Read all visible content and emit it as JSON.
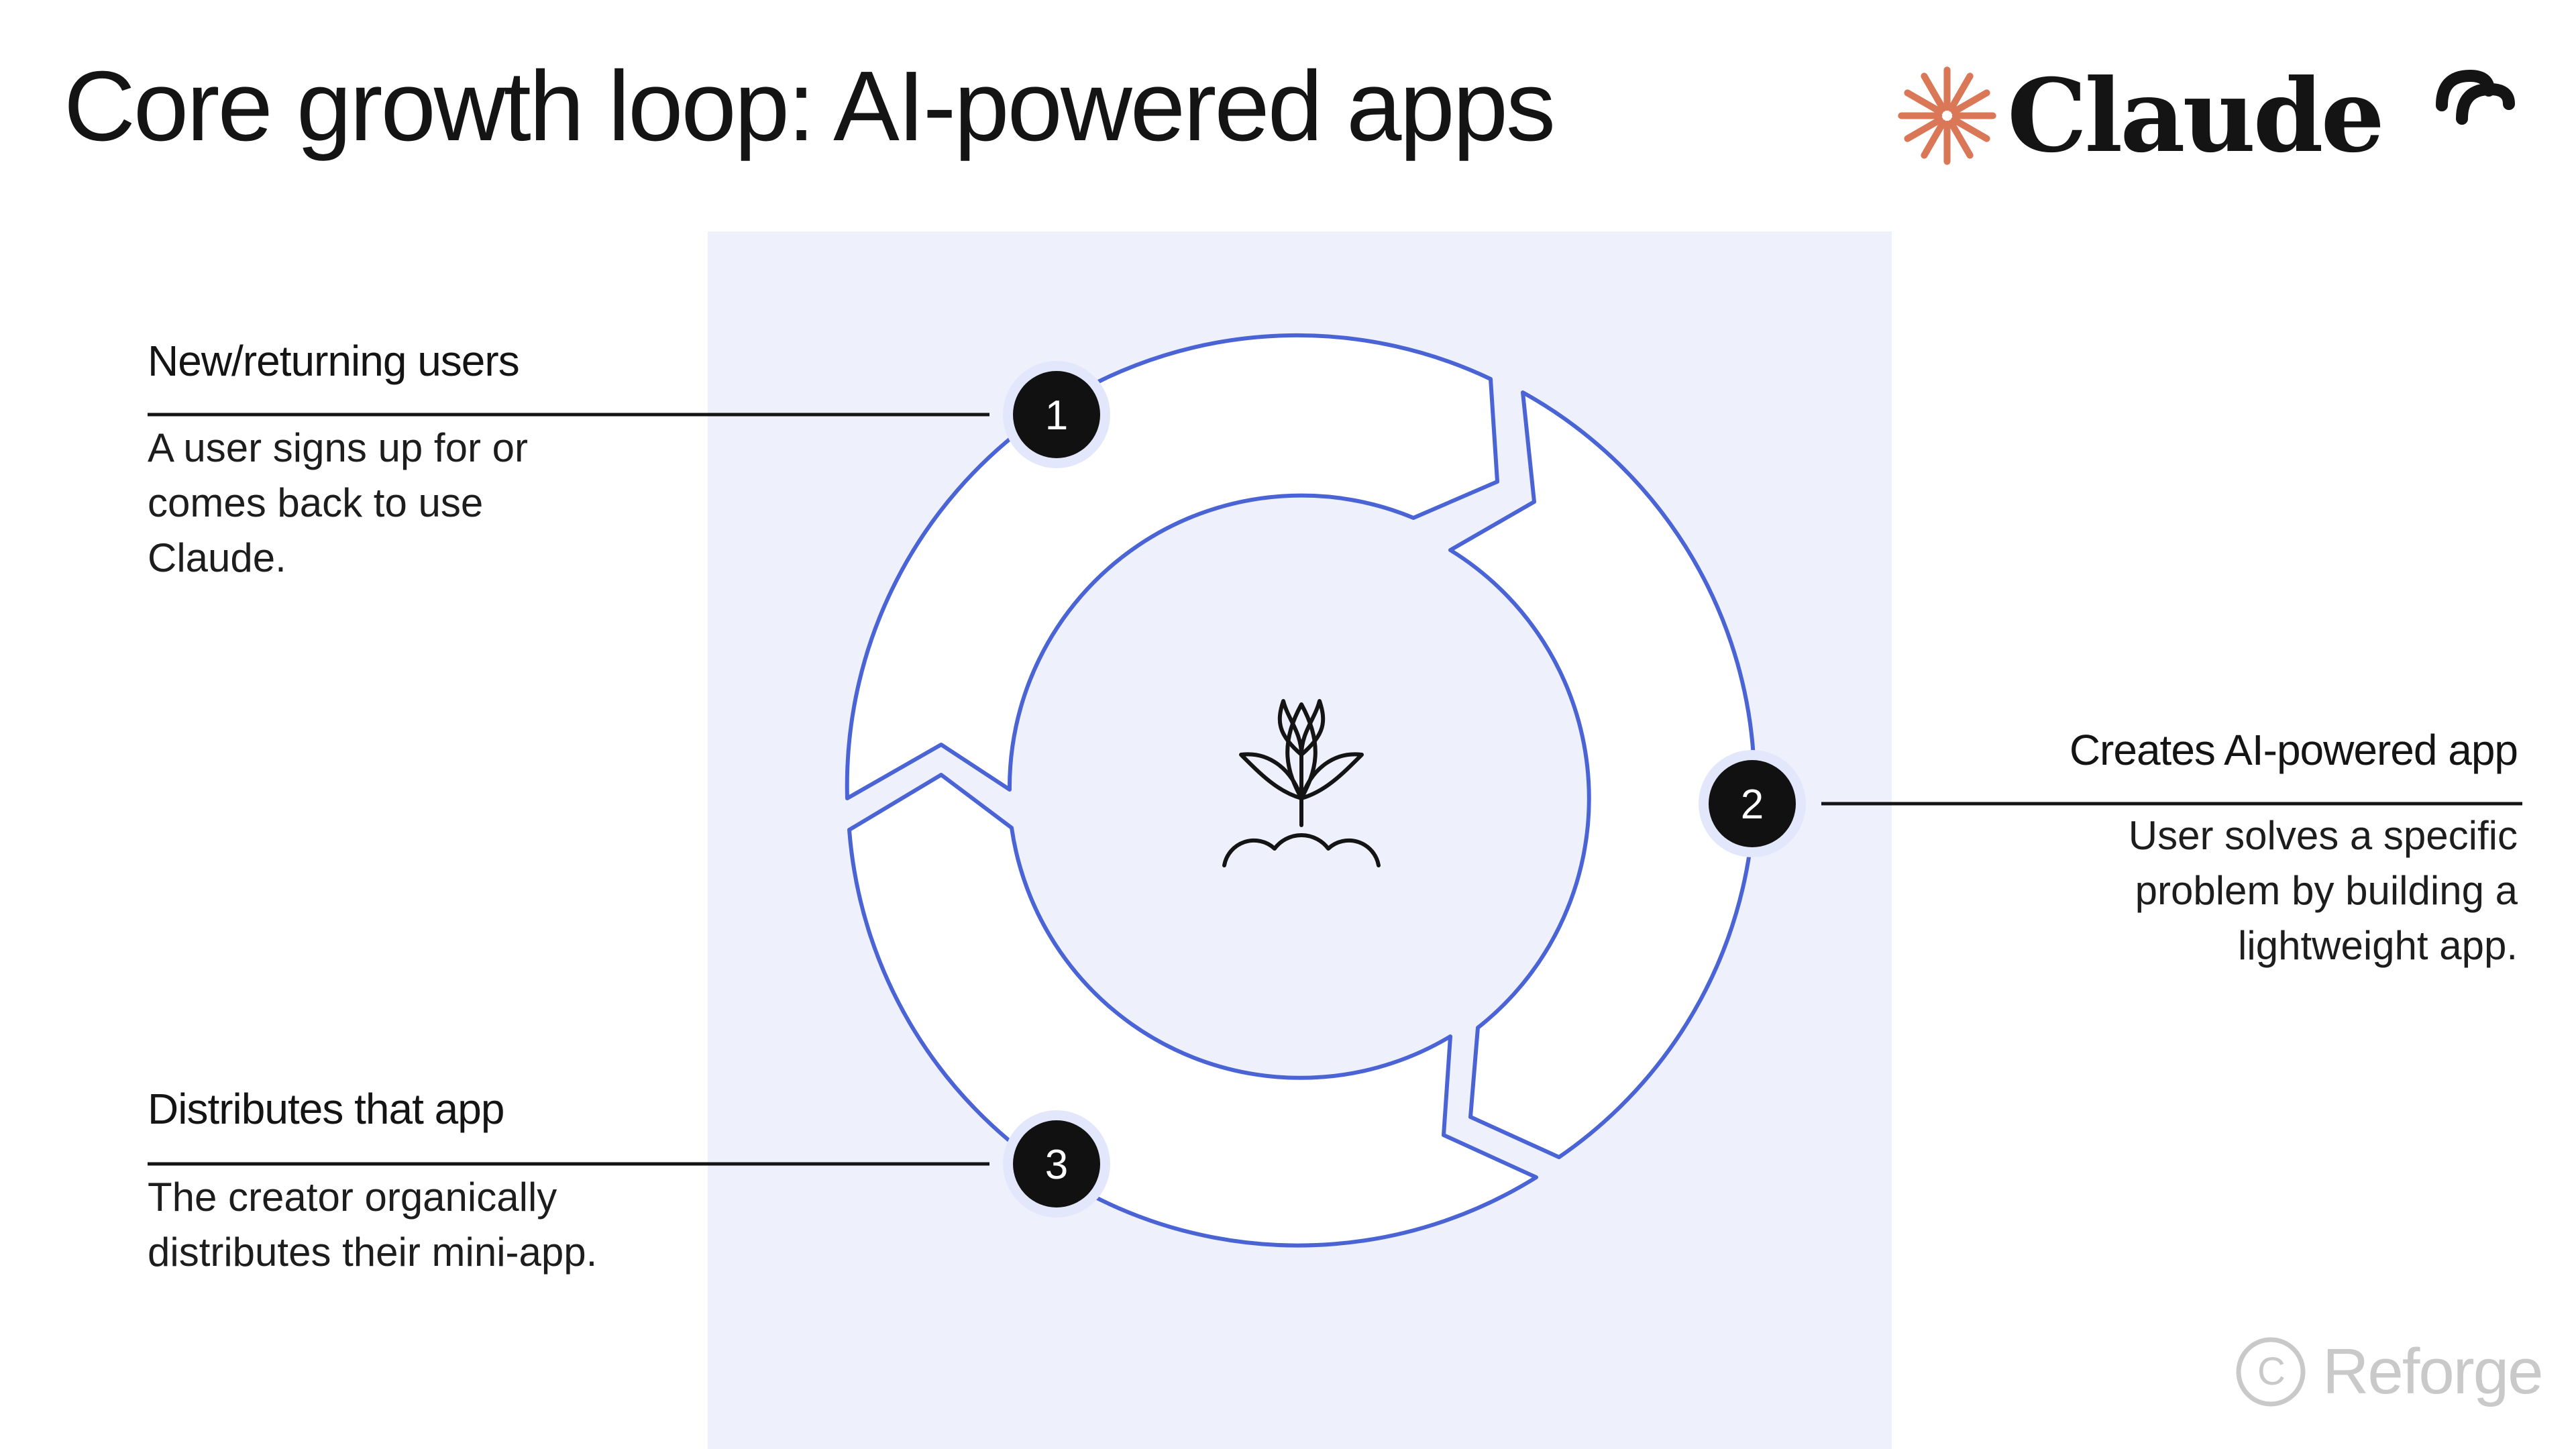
{
  "title": "Core growth loop: AI-powered apps",
  "brand": {
    "name": "Claude",
    "mark_color": "#d97757",
    "mark_icon": "sparkle-burst-icon"
  },
  "corner_logo": {
    "icon": "reforge-logo-icon"
  },
  "diagram": {
    "panel_color": "#eef0fc",
    "stroke_color": "#4a64d6",
    "center_icon": "sprouting-plant-icon",
    "steps": [
      {
        "number": "1",
        "title": "New/returning users",
        "description": "A user signs up for or comes back to use Claude."
      },
      {
        "number": "2",
        "title": "Creates AI-powered app",
        "description": "User solves a specific problem by building a lightweight app."
      },
      {
        "number": "3",
        "title": "Distributes that app",
        "description": "The creator organically distributes their mini-app."
      }
    ]
  },
  "credit": {
    "symbol": "C",
    "text": "Reforge",
    "icon": "copyright-icon"
  }
}
